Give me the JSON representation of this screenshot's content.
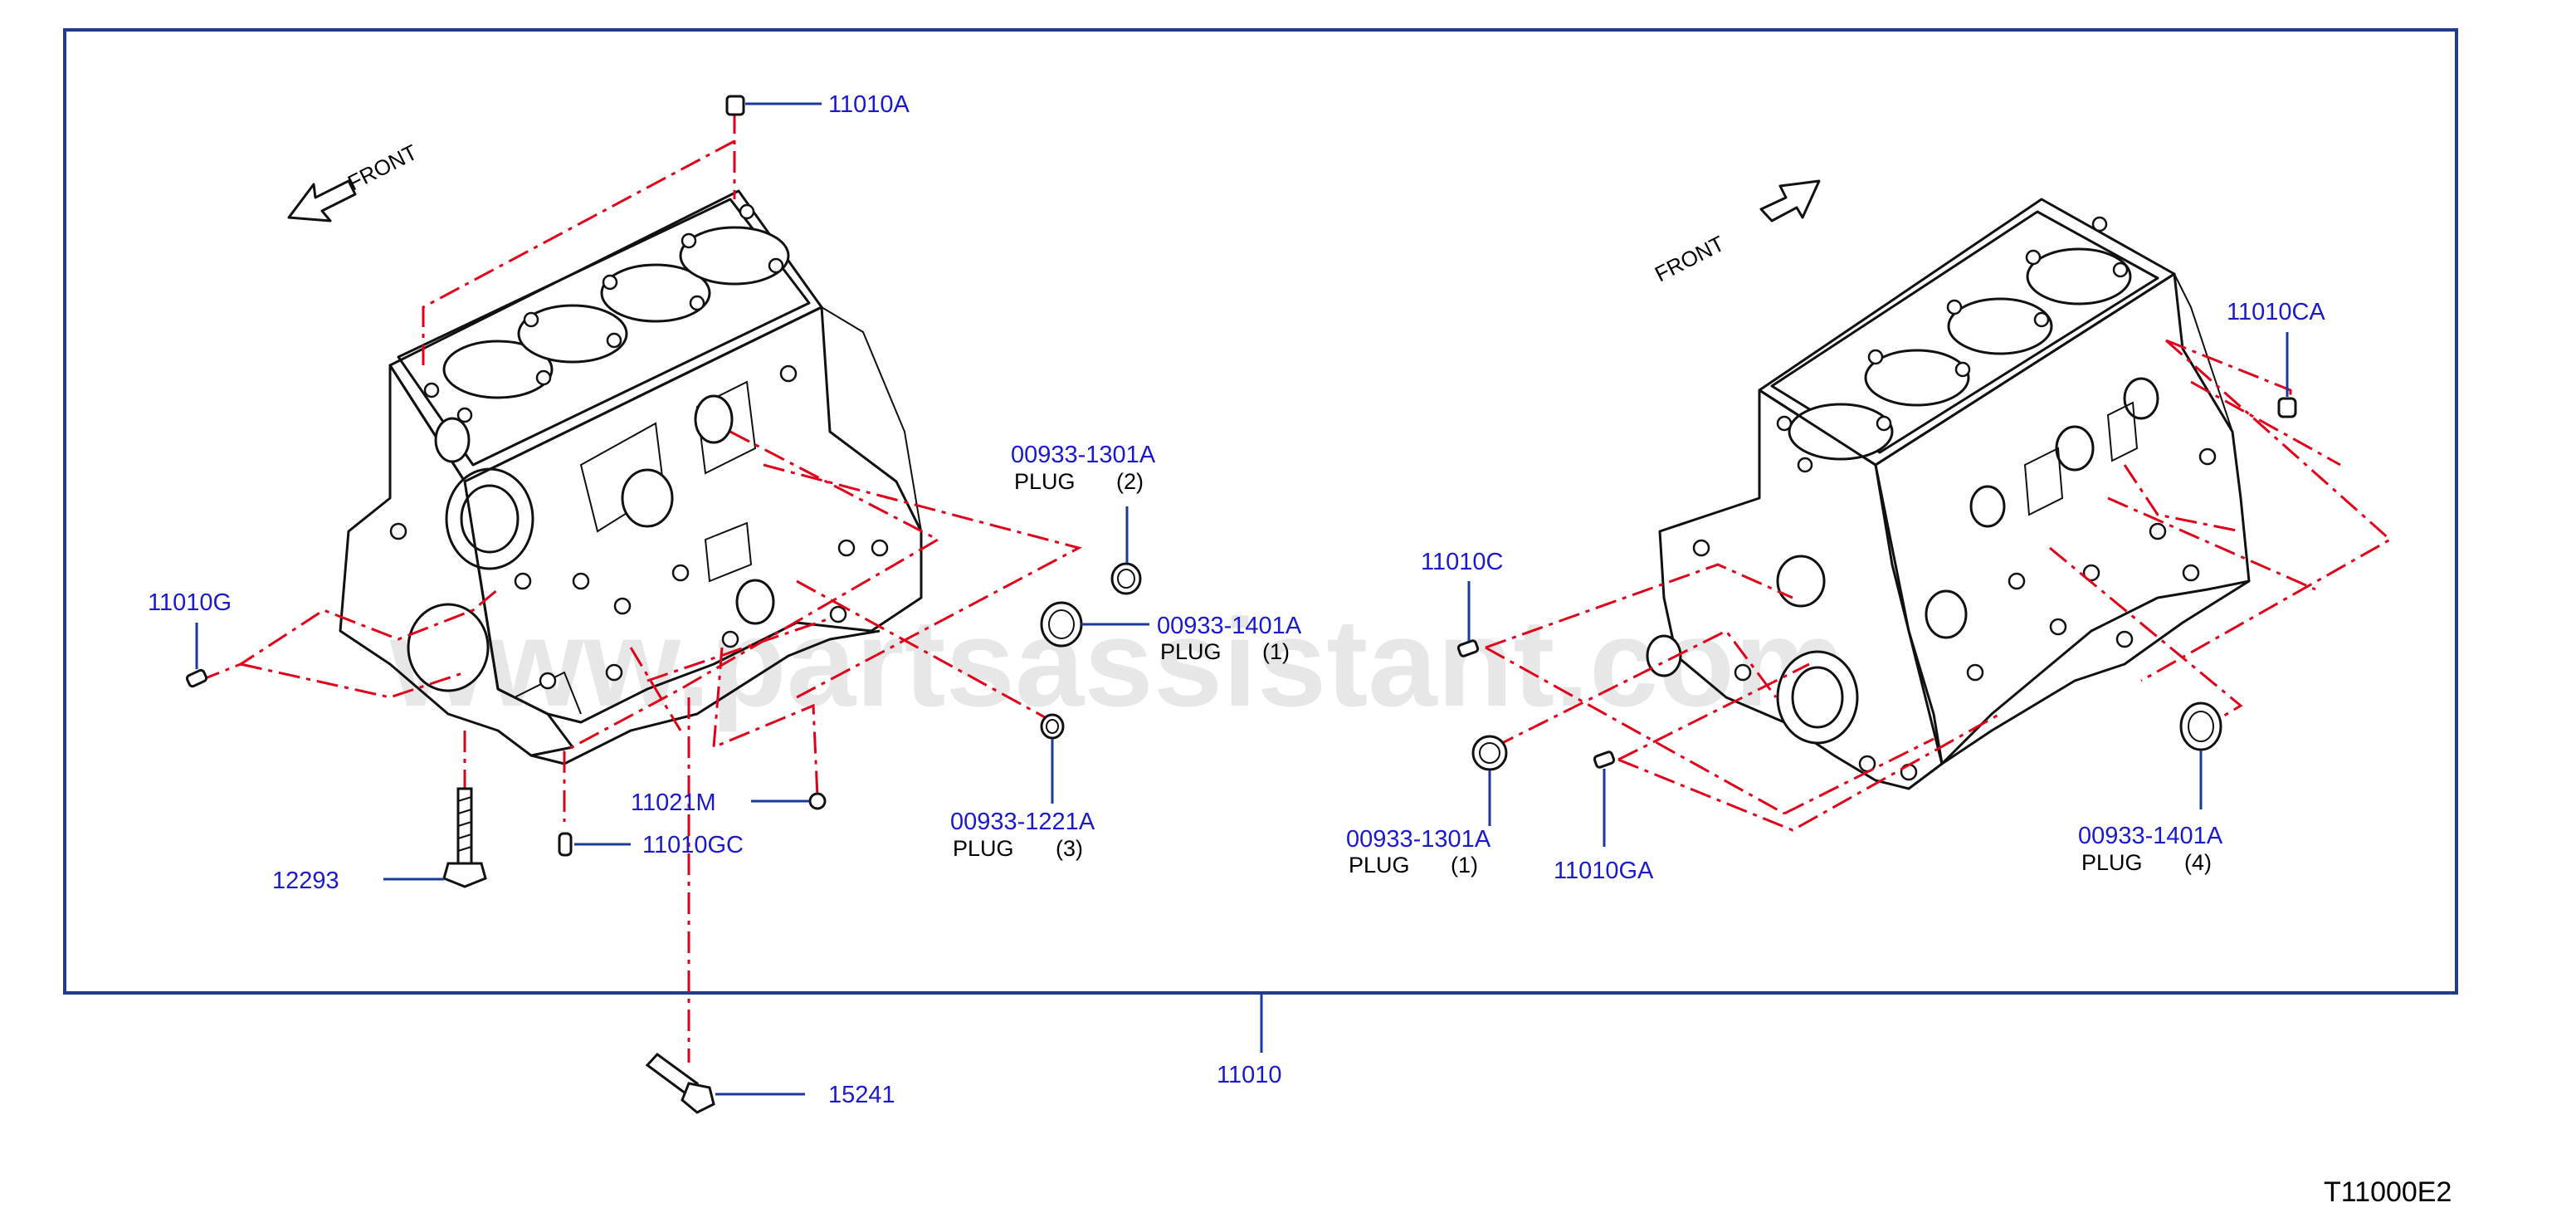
{
  "watermark": "www.partsassistant.com",
  "diagram_id": "T11000E2",
  "front_labels": {
    "left": "FRONT",
    "right": "FRONT"
  },
  "assembly_code": "11010",
  "parts": {
    "p_11010A": {
      "code": "11010A"
    },
    "p_11010G": {
      "code": "11010G"
    },
    "p_11021M": {
      "code": "11021M"
    },
    "p_11010GC": {
      "code": "11010GC"
    },
    "p_12293": {
      "code": "12293"
    },
    "p_15241": {
      "code": "15241"
    },
    "p_1301_left": {
      "code": "00933-1301A",
      "plug": "PLUG",
      "qty": "(2)"
    },
    "p_1401_left": {
      "code": "00933-1401A",
      "plug": "PLUG",
      "qty": "(1)"
    },
    "p_1221": {
      "code": "00933-1221A",
      "plug": "PLUG",
      "qty": "(3)"
    },
    "p_11010C": {
      "code": "11010C"
    },
    "p_11010CA": {
      "code": "11010CA"
    },
    "p_11010GA": {
      "code": "11010GA"
    },
    "p_1301_right": {
      "code": "00933-1301A",
      "plug": "PLUG",
      "qty": "(1)"
    },
    "p_1401_right": {
      "code": "00933-1401A",
      "plug": "PLUG",
      "qty": "(4)"
    }
  },
  "colors": {
    "label": "#1a1acc",
    "leader": "#1a3a9a",
    "frame": "#243a8c",
    "phantom_line": "#e0001a"
  }
}
